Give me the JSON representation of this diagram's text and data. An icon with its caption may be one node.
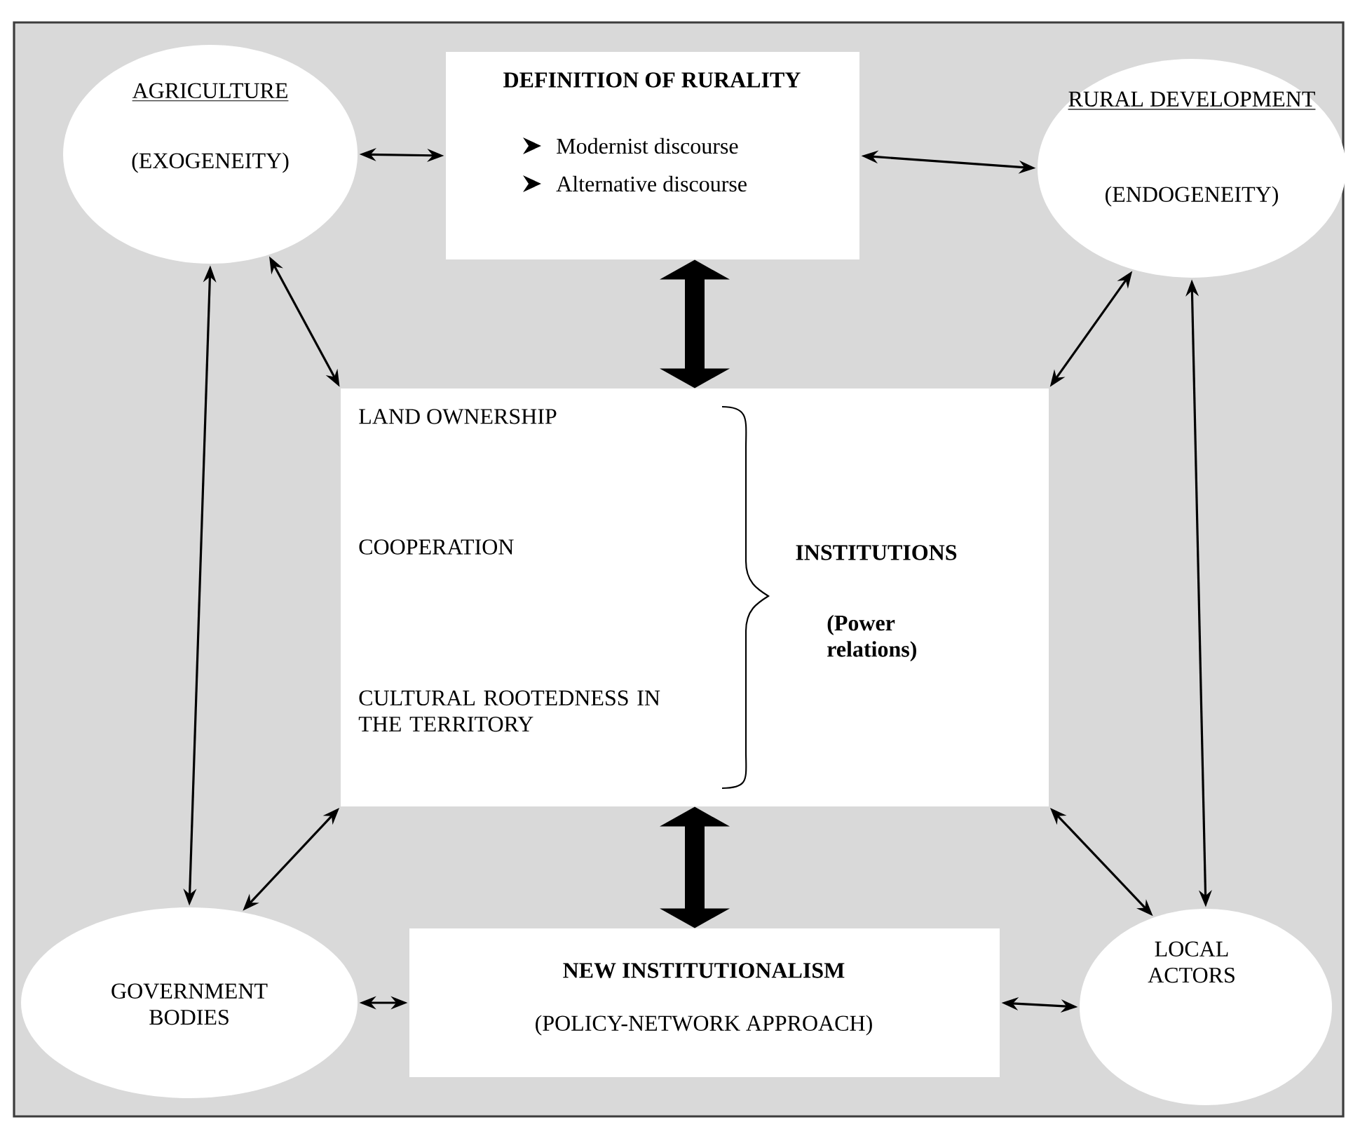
{
  "diagram": {
    "nodes": [
      {
        "text": [
          "AGRICULTURE",
          "(EXOGENEITY)"
        ]
      },
      {
        "text": [
          "DEFINITION OF RURALITY",
          "Modernist discourse",
          "Alternative discourse"
        ]
      },
      {
        "text": [
          "RURAL DEVELOPMENT",
          "(ENDOGENEITY)"
        ]
      },
      {
        "text": [
          "LAND OWNERSHIP",
          "COOPERATION",
          "CULTURAL ROOTEDNESS IN THE TERRITORY",
          "INSTITUTIONS",
          "(Power relations)"
        ]
      },
      {
        "text": [
          "GOVERNMENT BODIES"
        ]
      },
      {
        "text": [
          "NEW INSTITUTIONALISM",
          "(POLICY-NETWORK APPROACH)"
        ]
      },
      {
        "text": [
          "LOCAL ACTORS"
        ]
      }
    ],
    "edges": [
      {
        "from": 0,
        "to": 1,
        "arrow": "both"
      },
      {
        "from": 1,
        "to": 2,
        "arrow": "both"
      },
      {
        "from": 1,
        "to": 3,
        "arrow": "both",
        "style": "thick"
      },
      {
        "from": 0,
        "to": 3,
        "arrow": "both"
      },
      {
        "from": 2,
        "to": 3,
        "arrow": "both"
      },
      {
        "from": 0,
        "to": 4,
        "arrow": "both"
      },
      {
        "from": 2,
        "to": 6,
        "arrow": "both"
      },
      {
        "from": 4,
        "to": 3,
        "arrow": "both"
      },
      {
        "from": 6,
        "to": 3,
        "arrow": "both"
      },
      {
        "from": 3,
        "to": 5,
        "arrow": "both",
        "style": "thick"
      },
      {
        "from": 4,
        "to": 5,
        "arrow": "both"
      },
      {
        "from": 5,
        "to": 6,
        "arrow": "both"
      }
    ]
  }
}
